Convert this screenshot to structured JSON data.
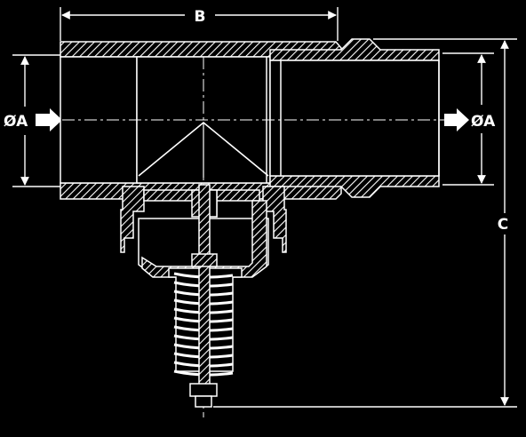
{
  "diagram": {
    "colors": {
      "background": "#000000",
      "line": "#ffffff"
    },
    "dimensions": {
      "width_label": "B",
      "height_label": "C",
      "inlet_diameter_label": "ØA",
      "outlet_diameter_label": "ØA"
    },
    "flow_arrows": [
      "inlet-arrow-icon",
      "outlet-arrow-icon"
    ]
  }
}
